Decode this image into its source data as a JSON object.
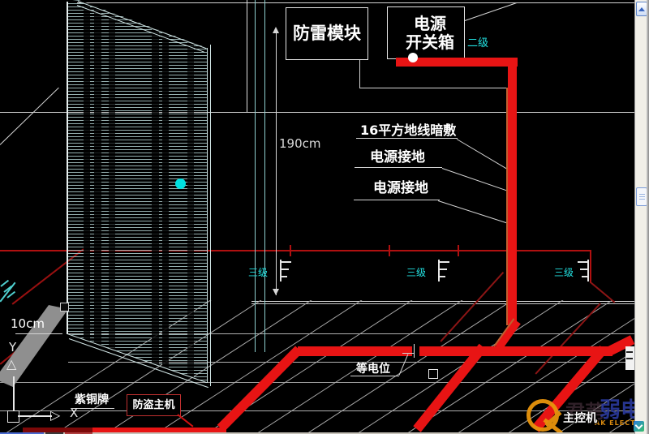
{
  "drawing": {
    "boxes": {
      "lightning_module": "防雷模块",
      "power_switch_line1": "电源",
      "power_switch_line2": "开关箱"
    },
    "levels": {
      "level2": "二级",
      "level3": "三级"
    },
    "dimensions": {
      "wall_height": "190cm",
      "plate_depth": "10cm"
    },
    "annotations": {
      "ground_wire": "16平方地线暗敷",
      "power_ground": "电源接地",
      "equipotential": "等电位",
      "copper_plate": "紫铜牌",
      "security_host": "防盗主机",
      "main_controller": "主控机"
    },
    "ucs": {
      "x_label": "X",
      "y_label": "Y"
    },
    "colors": {
      "conduit_red": "#e81414",
      "thin_wire_red": "#b01010",
      "label_cyan": "#22e0e0",
      "hatch": "#9ebaba",
      "grid": "#b8b8b8"
    }
  },
  "icons": {
    "ucs_arrow_right": "▷",
    "ucs_arrow_up": "△"
  },
  "watermark": {
    "brand_prefix": "君苇",
    "brand_cn": "弱电",
    "brand_en": "AK ELECTRIC"
  }
}
